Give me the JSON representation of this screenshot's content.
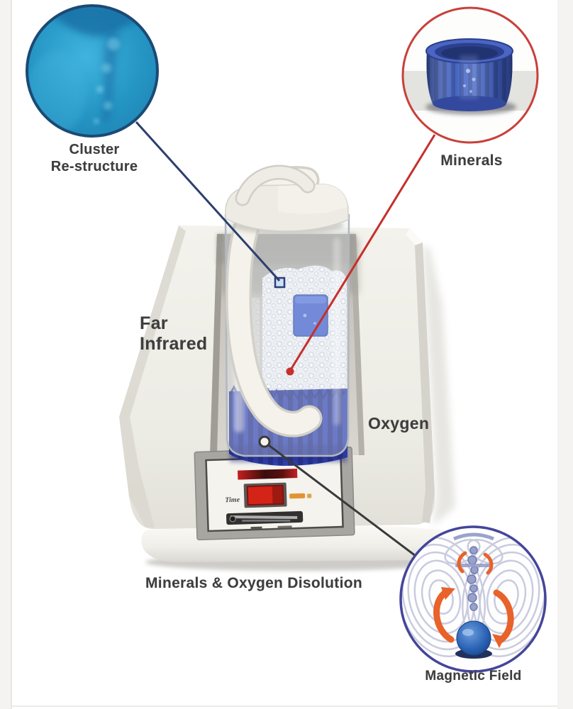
{
  "labels": {
    "cluster_line1": "Cluster",
    "cluster_line2": "Re-structure",
    "minerals": "Minerals",
    "far_infrared_line1": "Far",
    "far_infrared_line2": "Infrared",
    "oxygen": "Oxygen",
    "dissolution_caption": "Minerals & Oxygen Disolution",
    "magnetic_field": "Magnetic Field",
    "panel_time": "Time"
  },
  "colors": {
    "cluster_circle_border": "#1b4a75",
    "minerals_circle_border": "#c8403a",
    "magnetic_circle_border": "#45459b",
    "magnetic_arrow_orange": "#e8622a",
    "device_water_blue": "#3243b2",
    "led_red": "#d42417",
    "line_cluster": "#2c3f6e",
    "line_minerals": "#c62f2a",
    "line_magnetic": "#3a3a3a"
  }
}
